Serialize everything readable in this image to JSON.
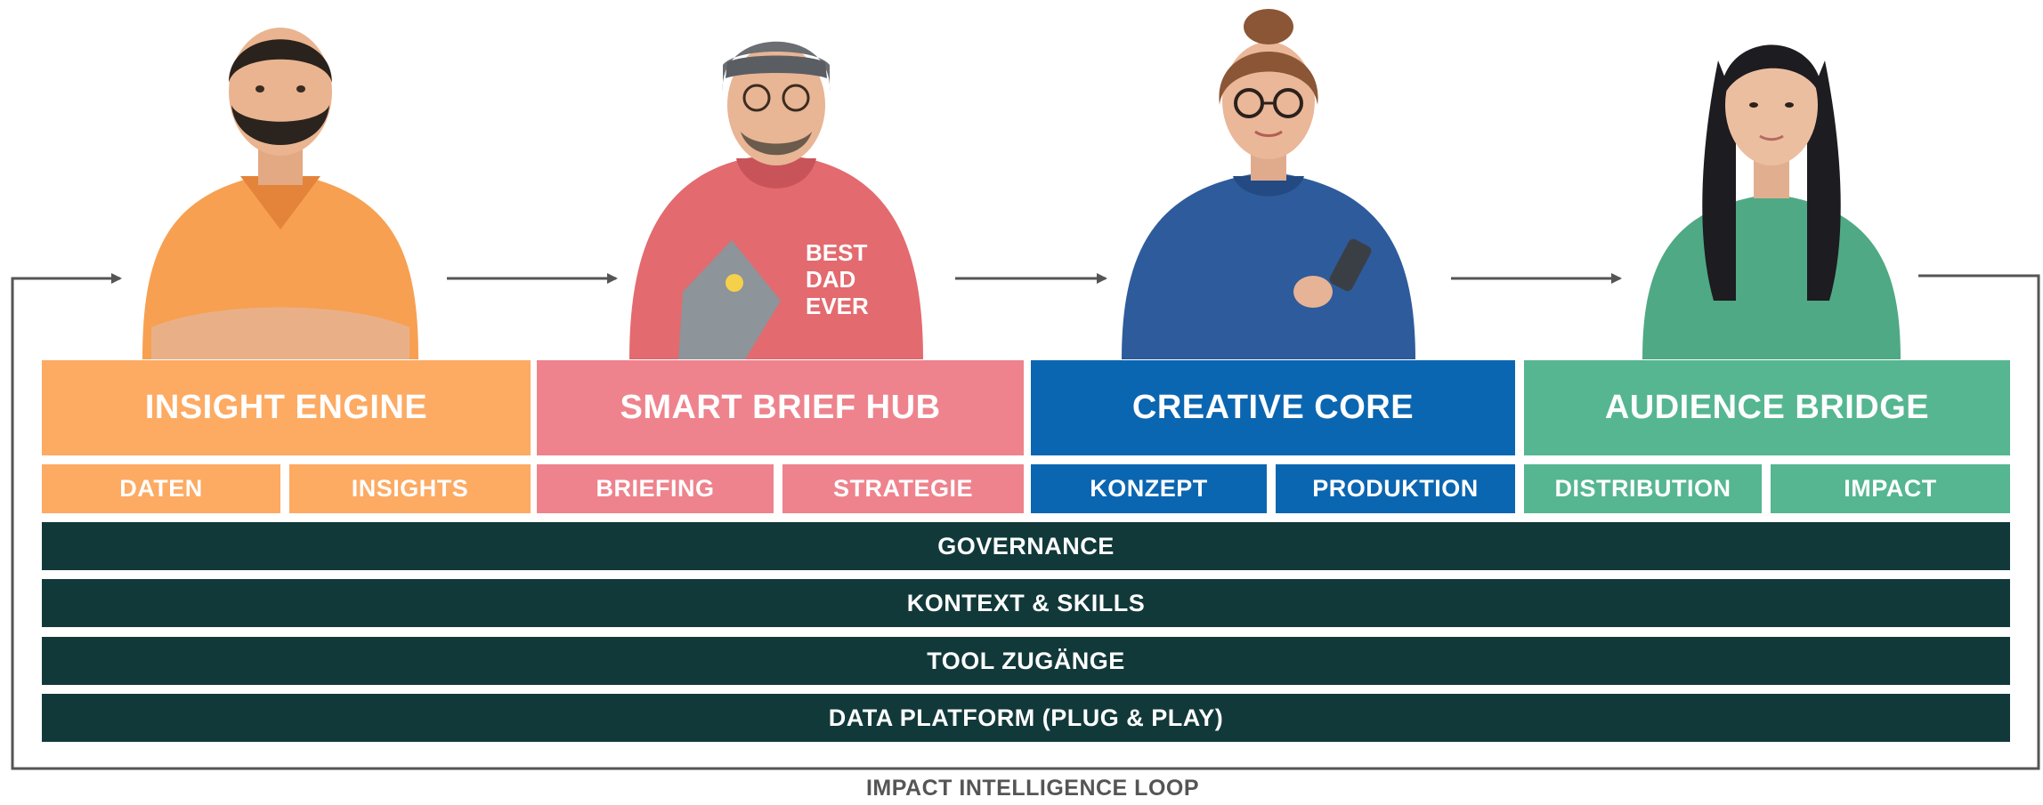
{
  "colors": {
    "insight": "#fdaa63",
    "brief": "#ee838d",
    "creative": "#0b66b1",
    "audience": "#55b691",
    "layer": "#12393a",
    "loop_line": "#555555"
  },
  "personas": [
    {
      "name": "bearded-man-orange-polo",
      "icon": "person-illustration"
    },
    {
      "name": "man-beanie-red-hoodie",
      "icon": "person-illustration",
      "hoodie_text": "BEST DAD EVER"
    },
    {
      "name": "woman-glasses-blue-sweater",
      "icon": "person-illustration"
    },
    {
      "name": "woman-green-top",
      "icon": "person-illustration"
    }
  ],
  "modules": [
    {
      "title": "INSIGHT ENGINE",
      "subs": [
        "DATEN",
        "INSIGHTS"
      ]
    },
    {
      "title": "SMART BRIEF HUB",
      "subs": [
        "BRIEFING",
        "STRATEGIE"
      ]
    },
    {
      "title": "CREATIVE CORE",
      "subs": [
        "KONZEPT",
        "PRODUKTION"
      ]
    },
    {
      "title": "AUDIENCE BRIDGE",
      "subs": [
        "DISTRIBUTION",
        "IMPACT"
      ]
    }
  ],
  "layers": [
    "GOVERNANCE",
    "KONTEXT & SKILLS",
    "TOOL ZUGÄNGE",
    "DATA PLATFORM (PLUG & PLAY)"
  ],
  "loop_label": "IMPACT INTELLIGENCE LOOP"
}
